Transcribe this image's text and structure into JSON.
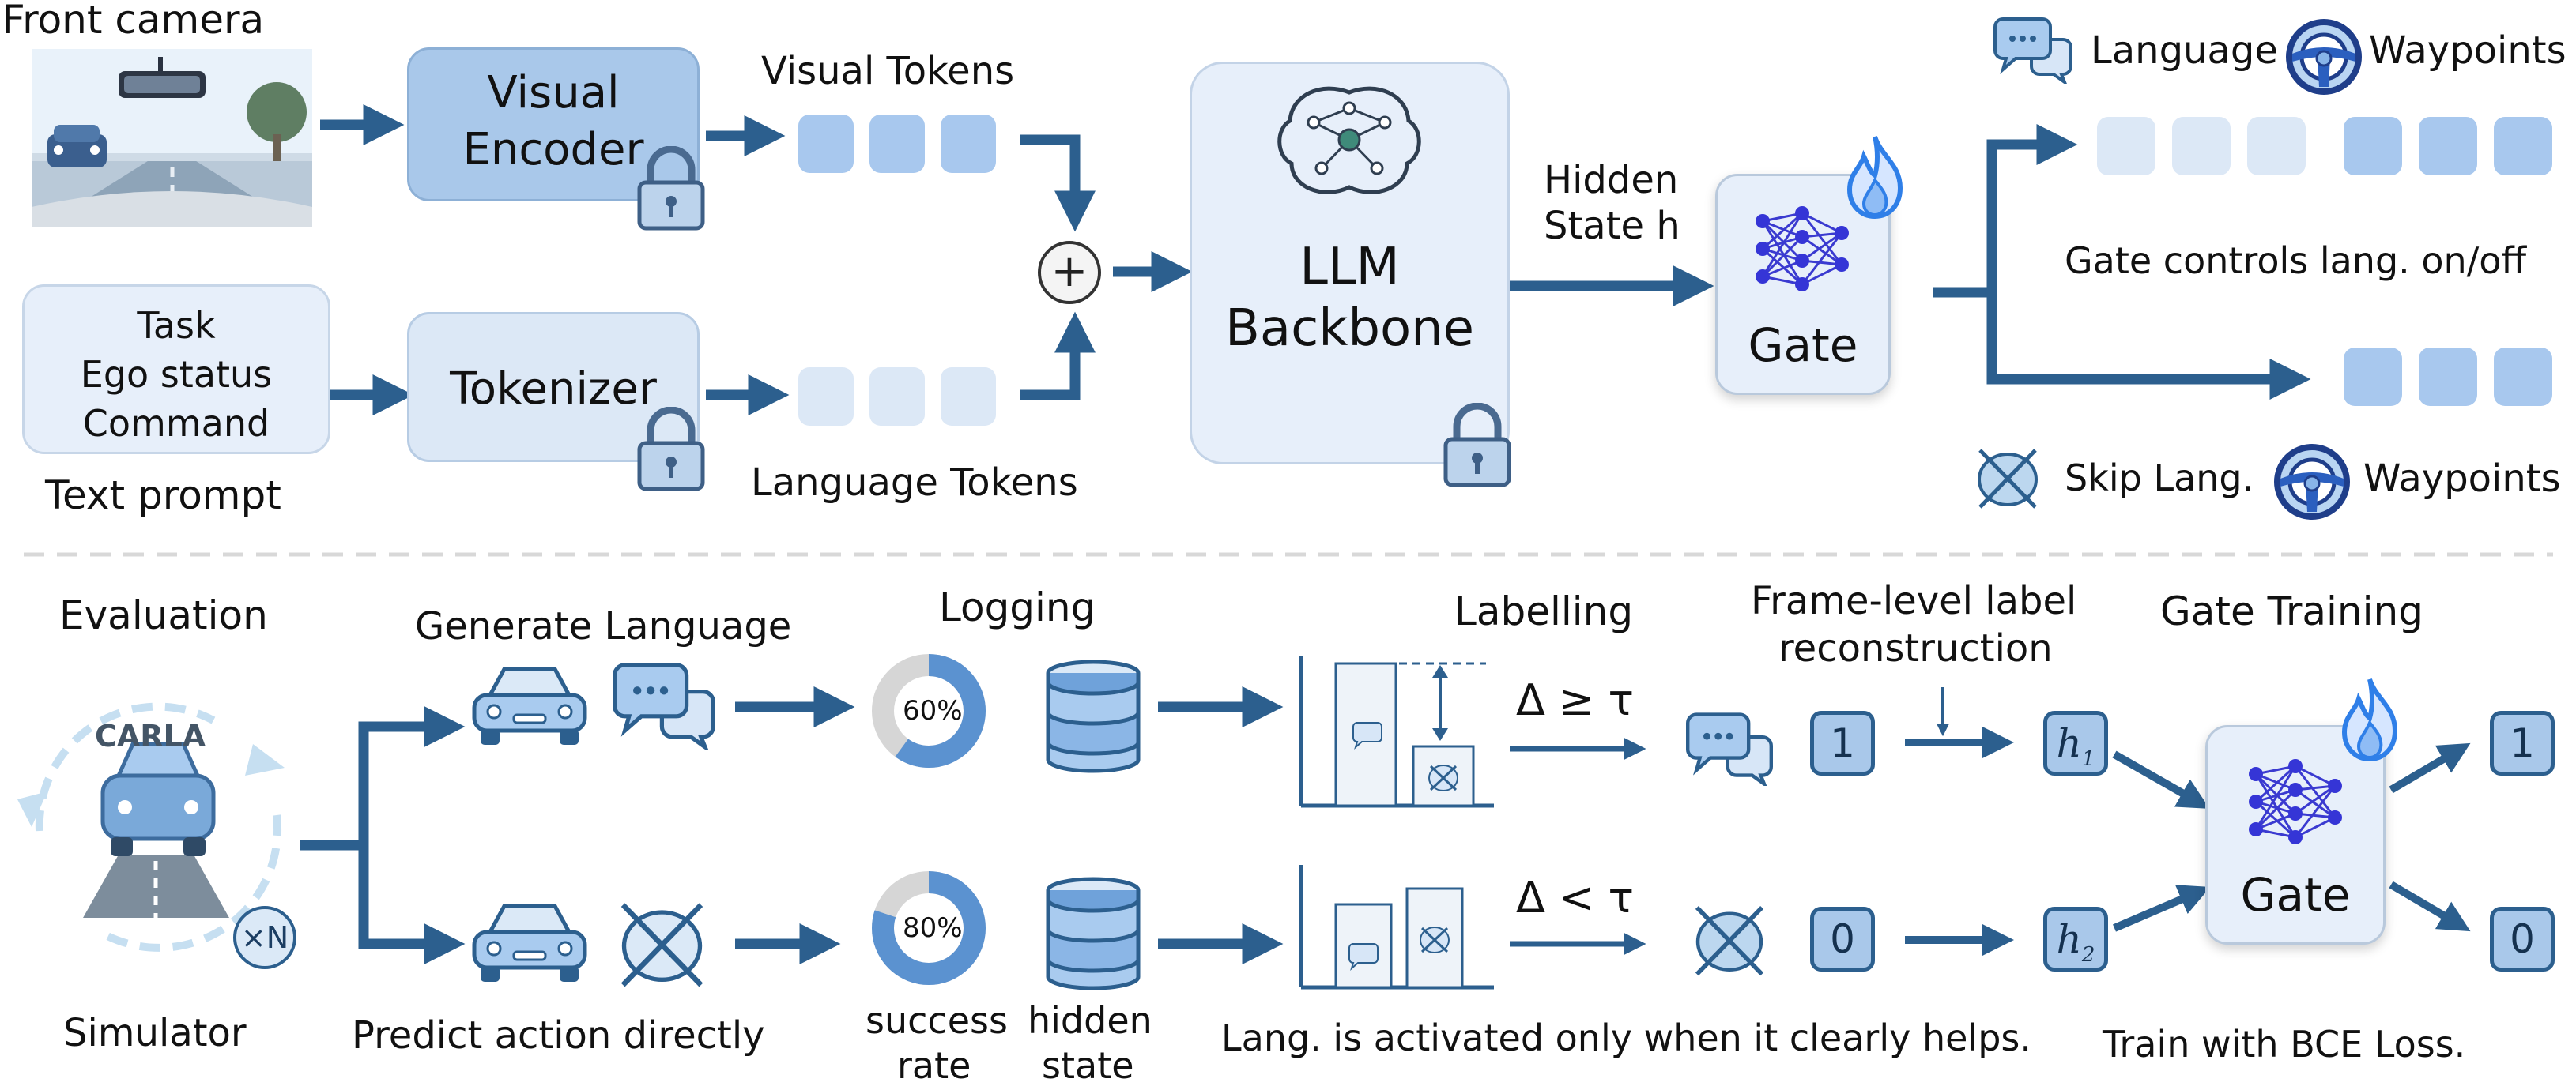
{
  "top": {
    "front_camera": "Front camera",
    "visual_encoder": [
      "Visual",
      "Encoder"
    ],
    "visual_tokens": "Visual Tokens",
    "text_prompt_lines": [
      "Task",
      "Ego status",
      "Command"
    ],
    "text_prompt": "Text prompt",
    "tokenizer": "Tokenizer",
    "language_tokens": "Language Tokens",
    "plus": "+",
    "llm": [
      "LLM",
      "Backbone"
    ],
    "hidden_state": [
      "Hidden",
      "State h"
    ],
    "gate": "Gate",
    "legend_language": "Language",
    "legend_waypoints_1": "Waypoints",
    "gate_controls": "Gate controls lang. on/off",
    "skip_lang": "Skip Lang.",
    "legend_waypoints_2": "Waypoints"
  },
  "bottom": {
    "evaluation": "Evaluation",
    "carla": "CARLA",
    "times_n": "×N",
    "simulator": "Simulator",
    "generate_language": "Generate Language",
    "predict_action": "Predict action directly",
    "logging": "Logging",
    "pct_top": "60%",
    "pct_bottom": "80%",
    "success_rate": [
      "success",
      "rate"
    ],
    "hidden_state": [
      "hidden",
      "state"
    ],
    "labelling": "Labelling",
    "delta_ge": "Δ ≥ τ",
    "delta_lt": "Δ < τ",
    "lang_activated": "Lang. is activated only when it clearly helps.",
    "frame_level": [
      "Frame-level label",
      "reconstruction"
    ],
    "label_one": "1",
    "label_zero": "0",
    "h1": "h",
    "h1_sub": "1",
    "h2": "h",
    "h2_sub": "2",
    "gate_training": "Gate Training",
    "gate": "Gate",
    "out_one": "1",
    "out_zero": "0",
    "train_bce": "Train with BCE Loss."
  },
  "colors": {
    "arrow": "#2c5f8e",
    "box_dark": "#a9c8ea",
    "box_light": "#e7effa",
    "token_dark": "#a8c8ee",
    "token_light": "#dce8f6",
    "donut_fill": "#5b92d0",
    "donut_empty": "#d6d6d6"
  },
  "progress": {
    "top_success": 0.6,
    "bottom_success": 0.8
  }
}
